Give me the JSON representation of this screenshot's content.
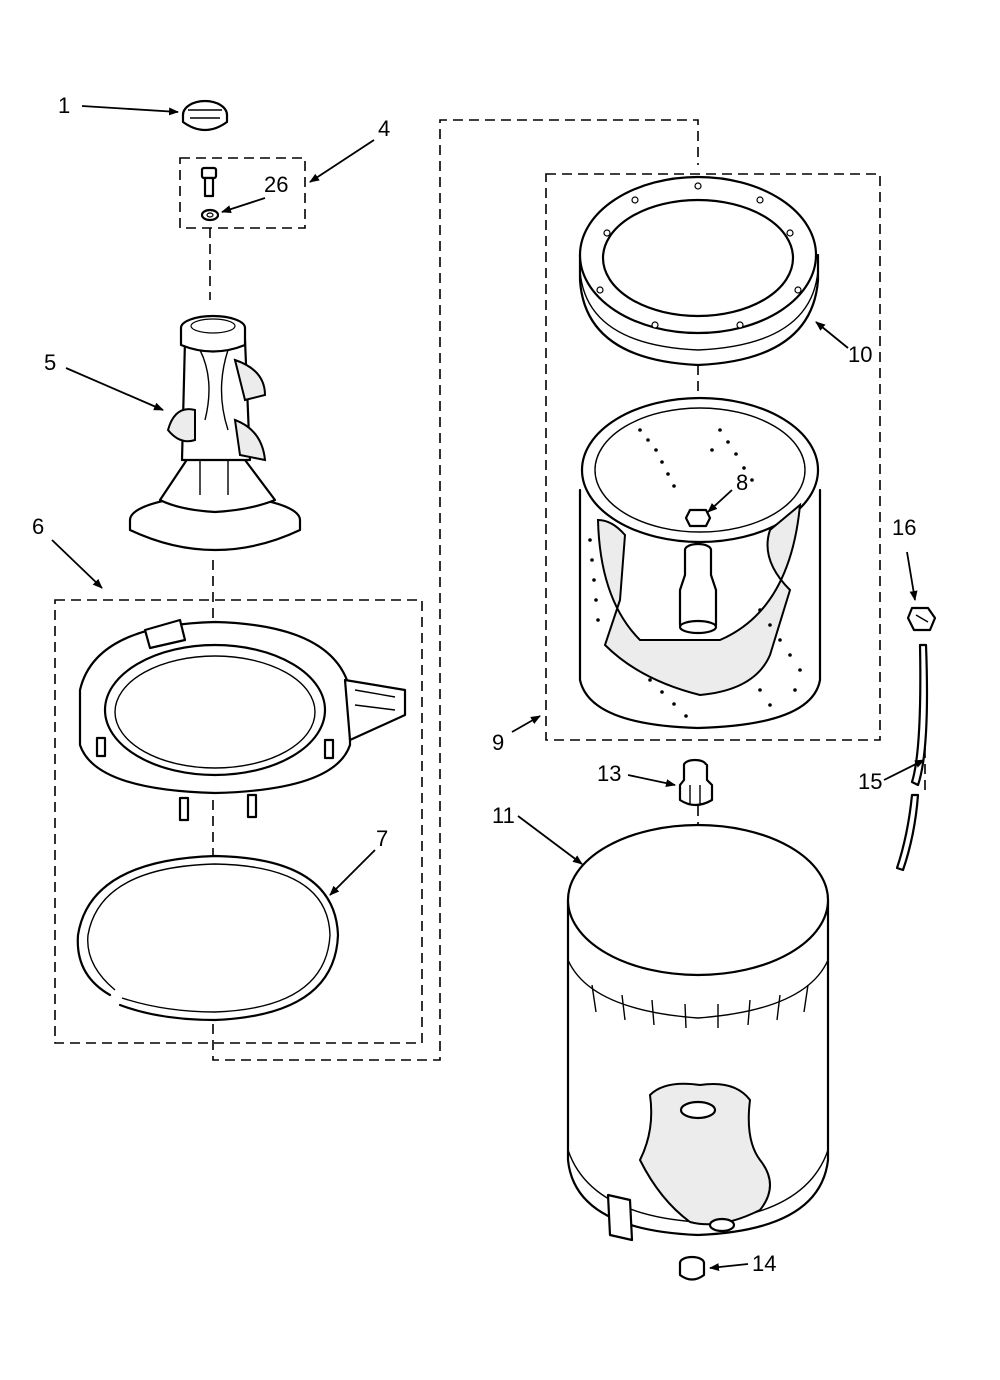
{
  "callouts": {
    "c1": "1",
    "c4": "4",
    "c26": "26",
    "c5": "5",
    "c6": "6",
    "c7": "7",
    "c8": "8",
    "c9": "9",
    "c10": "10",
    "c11": "11",
    "c13": "13",
    "c14": "14",
    "c15": "15",
    "c16": "16"
  }
}
